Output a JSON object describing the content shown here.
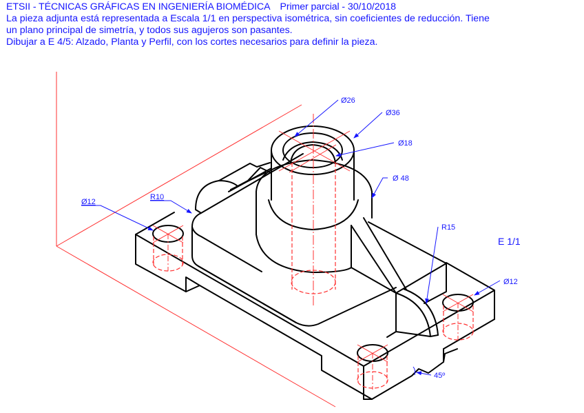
{
  "header": {
    "title": "ETSII - TÉCNICAS GRÁFICAS EN INGENIERÍA BIOMÉDICA",
    "exam": "Primer parcial - 30/10/2018",
    "statement_line1": "La pieza adjunta está representada a Escala 1/1 en perspectiva isométrica, sin coeficientes de reducción. Tiene",
    "statement_line2": "un plano principal de simetría, y todos sus agujeros son pasantes.",
    "instruction": "Dibujar a E 4/5: Alzado, Planta y Perfil, con los cortes necesarios para definir la pieza."
  },
  "drawing": {
    "scale_label": "E 1/1",
    "dimensions": {
      "d26": "Ø26",
      "d36": "Ø36",
      "d18": "Ø18",
      "d48": "Ø 48",
      "d12_left": "Ø12",
      "r10": "R10",
      "r15": "R15",
      "d12_right": "Ø12",
      "angle45": "45º"
    },
    "colors": {
      "text": "#1515ff",
      "dimension": "#1515ff",
      "axis": "#ff3030",
      "hidden": "#ff3030",
      "object": "#000000"
    }
  }
}
